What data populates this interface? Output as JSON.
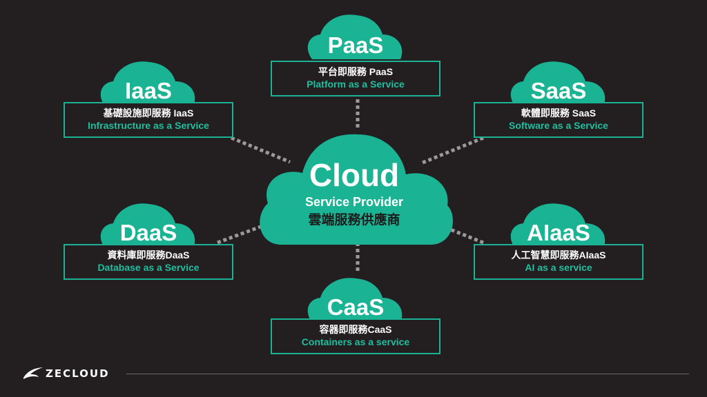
{
  "colors": {
    "background": "#231f20",
    "accent": "#1ab394",
    "accent_text": "#1fbf9f",
    "connector": "#9a9a9a"
  },
  "center": {
    "title": "Cloud",
    "subtitle": "Service Provider",
    "subtitle_zh": "雲端服務供應商"
  },
  "nodes": [
    {
      "id": "iaas",
      "abbr": "IaaS",
      "zh": "基礎設施即服務 IaaS",
      "en": "Infrastructure as a Service"
    },
    {
      "id": "paas",
      "abbr": "PaaS",
      "zh": "平台即服務 PaaS",
      "en": "Platform as a Service"
    },
    {
      "id": "saas",
      "abbr": "SaaS",
      "zh": "軟體即服務 SaaS",
      "en": "Software as a Service"
    },
    {
      "id": "daas",
      "abbr": "DaaS",
      "zh": "資料庫即服務DaaS",
      "en": "Database as a Service"
    },
    {
      "id": "caas",
      "abbr": "CaaS",
      "zh": "容器即服務CaaS",
      "en": "Containers as a service"
    },
    {
      "id": "aiaas",
      "abbr": "AIaaS",
      "zh": "人工智慧即服務AIaaS",
      "en": "AI as a service"
    }
  ],
  "footer": {
    "brand": "ZECLOUD",
    "logo_icon": "wing-logo-icon"
  }
}
